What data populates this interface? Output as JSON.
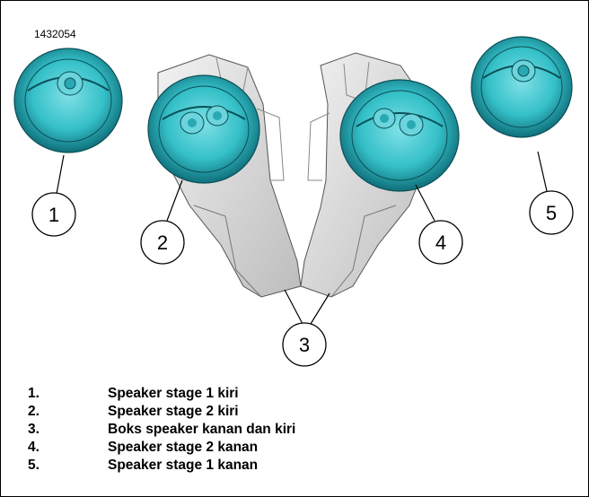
{
  "figure_id": "1432054",
  "callouts": [
    "1",
    "2",
    "3",
    "4",
    "5"
  ],
  "legend": [
    {
      "num": "1.",
      "text": "Speaker stage 1 kiri"
    },
    {
      "num": "2.",
      "text": "Speaker stage 2 kiri"
    },
    {
      "num": "3.",
      "text": "Boks speaker kanan dan kiri"
    },
    {
      "num": "4.",
      "text": "Speaker stage 2 kanan"
    },
    {
      "num": "5.",
      "text": "Speaker stage 1 kanan"
    }
  ],
  "colors": {
    "speaker": "#35c0c8",
    "speaker_dark": "#0f6f7a",
    "box": "#d9d9d9",
    "outline": "#000000"
  }
}
